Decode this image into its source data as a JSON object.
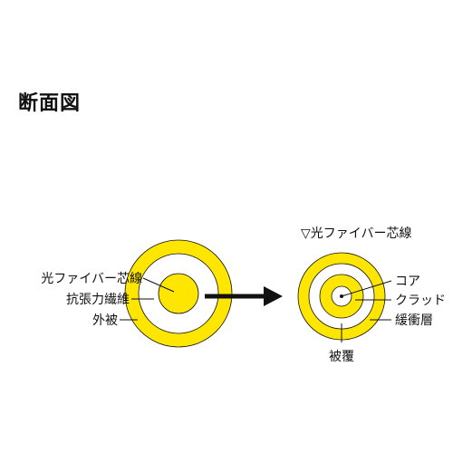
{
  "title": "断面図",
  "colors": {
    "fiber_yellow": "#ffe600",
    "outline": "#111111",
    "background": "#ffffff"
  },
  "left_cable": {
    "labels": {
      "optical_fiber_core": "光ファイバー芯線",
      "tensile_fiber": "抗張力繊維",
      "outer_sheath": "外被"
    }
  },
  "arrow": {
    "icon": "right-arrow-icon"
  },
  "fiber_detail": {
    "heading": "▽光ファイバー芯線",
    "labels": {
      "core": "コア",
      "cladding": "クラッド",
      "buffer_layer": "緩衝層",
      "coating": "被覆"
    }
  }
}
